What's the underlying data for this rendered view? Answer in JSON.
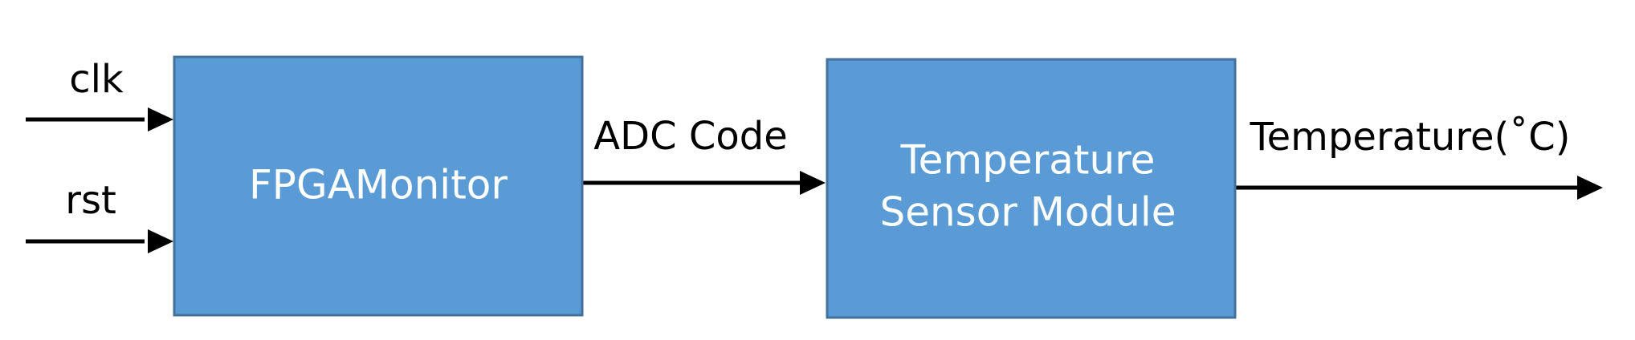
{
  "diagram": {
    "colors": {
      "block_fill": "#5b9bd5",
      "block_border": "#41719c",
      "arrow": "#000000",
      "block_text": "#ffffff",
      "label_text": "#000000"
    },
    "blocks": {
      "fpga_monitor": {
        "label": "FPGAMonitor"
      },
      "temp_sensor": {
        "label_line1": "Temperature",
        "label_line2": "Sensor Module"
      }
    },
    "signals": {
      "clk": "clk",
      "rst": "rst",
      "adc_code": "ADC Code",
      "temperature": "Temperature(˚C)"
    }
  }
}
